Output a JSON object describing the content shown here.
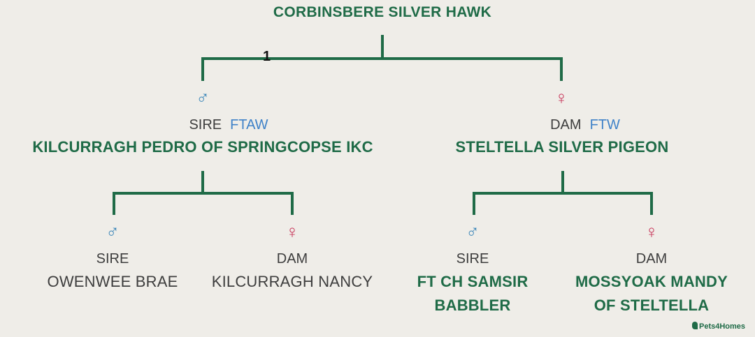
{
  "root": {
    "name": "CORBINSBERE SILVER HAWK",
    "marker": "1"
  },
  "sire": {
    "symbol": "♂",
    "role": "SIRE",
    "title": "FTAW",
    "name": "KILCURRAGH PEDRO OF SPRINGCOPSE IKC",
    "sire": {
      "symbol": "♂",
      "role": "SIRE",
      "name": "OWENWEE BRAE"
    },
    "dam": {
      "symbol": "♀",
      "role": "DAM",
      "name": "KILCURRAGH NANCY"
    }
  },
  "dam": {
    "symbol": "♀",
    "role": "DAM",
    "title": "FTW",
    "name": "STELTELLA SILVER PIGEON",
    "sire": {
      "symbol": "♂",
      "role": "SIRE",
      "name_line1": "FT CH SAMSIR",
      "name_line2": "BABBLER"
    },
    "dam": {
      "symbol": "♀",
      "role": "DAM",
      "name_line1": "MOSSYOAK MANDY",
      "name_line2": "OF STELTELLA"
    }
  },
  "logo": "Pets4Homes",
  "colors": {
    "tree_line": "#1f6b47",
    "name_green": "#1f6b47",
    "male": "#3b86b8",
    "female": "#c8385b",
    "title_blue": "#3f82c8",
    "background": "#efede8"
  }
}
